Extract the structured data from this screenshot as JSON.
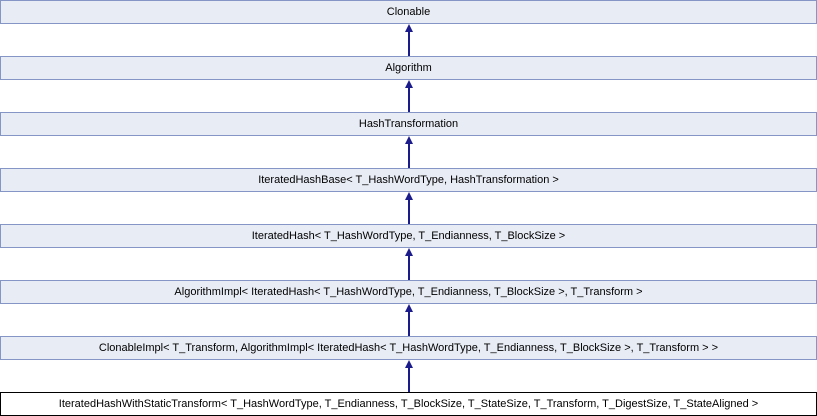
{
  "diagram": {
    "kind": "class-inheritance-diagram",
    "orientation": "vertical",
    "arrow_direction": "derived-points-up-to-base",
    "colors": {
      "node_fill": "#e8ecf5",
      "node_border": "#8595c5",
      "highlight_fill": "#ffffff",
      "highlight_border": "#000000",
      "edge": "#1b1b8c",
      "text": "#000000"
    },
    "nodes": [
      {
        "label": "Clonable",
        "highlight": false
      },
      {
        "label": "Algorithm",
        "highlight": false
      },
      {
        "label": "HashTransformation",
        "highlight": false
      },
      {
        "label": "IteratedHashBase< T_HashWordType, HashTransformation >",
        "highlight": false
      },
      {
        "label": "IteratedHash< T_HashWordType, T_Endianness, T_BlockSize >",
        "highlight": false
      },
      {
        "label": "AlgorithmImpl< IteratedHash< T_HashWordType, T_Endianness, T_BlockSize >, T_Transform >",
        "highlight": false
      },
      {
        "label": "ClonableImpl< T_Transform, AlgorithmImpl< IteratedHash< T_HashWordType, T_Endianness, T_BlockSize >, T_Transform > >",
        "highlight": false
      },
      {
        "label": "IteratedHashWithStaticTransform< T_HashWordType, T_Endianness, T_BlockSize, T_StateSize, T_Transform, T_DigestSize, T_StateAligned >",
        "highlight": true
      }
    ],
    "edges": [
      {
        "from": 1,
        "to": 0
      },
      {
        "from": 2,
        "to": 1
      },
      {
        "from": 3,
        "to": 2
      },
      {
        "from": 4,
        "to": 3
      },
      {
        "from": 5,
        "to": 4
      },
      {
        "from": 6,
        "to": 5
      },
      {
        "from": 7,
        "to": 6
      }
    ]
  }
}
